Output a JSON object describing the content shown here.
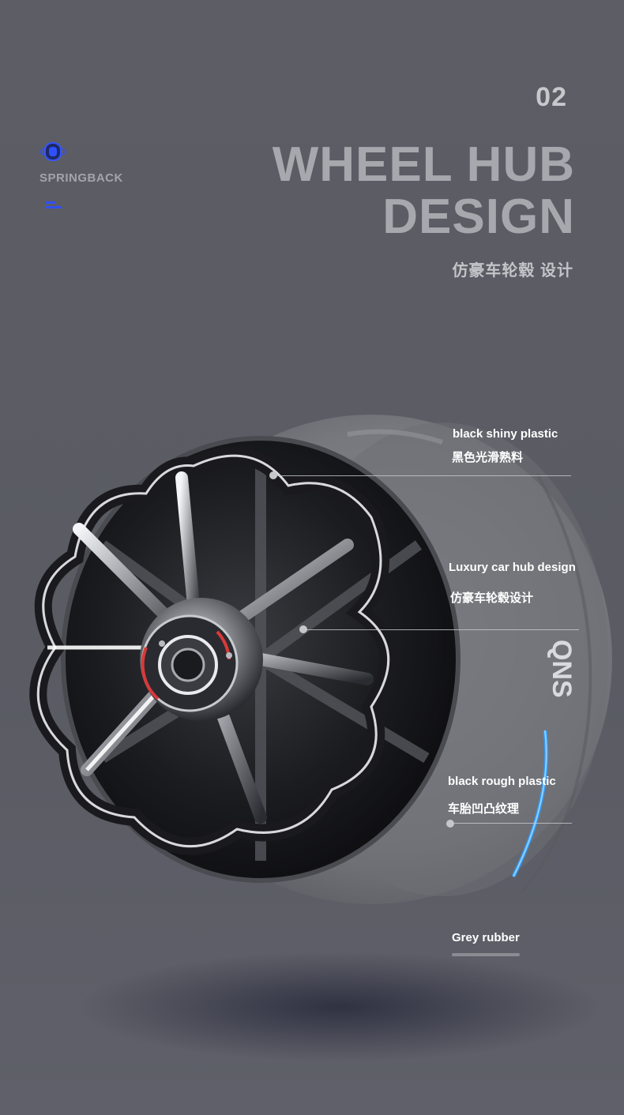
{
  "header": {
    "page_number": "02",
    "title_line1": "WHEEL HUB",
    "title_line2": "DESIGN",
    "subtitle": "仿豪车轮毂 设计"
  },
  "brand": {
    "name": "SPRINGBACK",
    "logo_color": "#2f50ff",
    "tire_print": "QNS"
  },
  "callouts": [
    {
      "en": "black   shiny   plastic",
      "cn": "黑色光滑熟料"
    },
    {
      "en": "Luxury car hub design",
      "cn": "仿豪车轮毂设计"
    },
    {
      "en": "black   rough   plastic",
      "cn": "车胎凹凸纹理"
    },
    {
      "en": "Grey rubber",
      "cn": ""
    }
  ],
  "colors": {
    "background": "#5b5c64",
    "tire": "#7b7c82",
    "accent_light": "#2f9cff",
    "hub_red": "#d83a3a"
  }
}
